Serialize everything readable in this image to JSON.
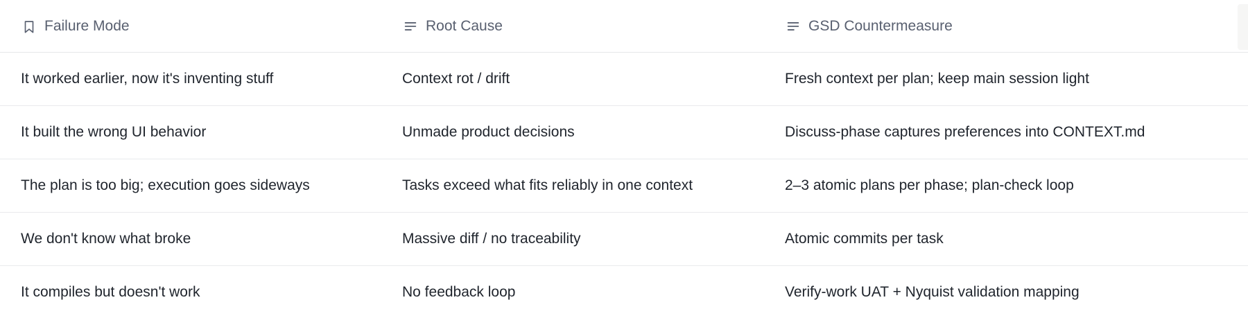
{
  "table": {
    "columns": [
      {
        "label": "Failure Mode",
        "icon": "bookmark-icon"
      },
      {
        "label": "Root Cause",
        "icon": "text-align-left-icon"
      },
      {
        "label": "GSD Countermeasure",
        "icon": "text-align-left-icon"
      }
    ],
    "rows": [
      [
        "It worked earlier, now it's inventing stuff",
        "Context rot / drift",
        "Fresh context per plan; keep main session light"
      ],
      [
        "It built the wrong UI behavior",
        "Unmade product decisions",
        "Discuss-phase captures preferences into CONTEXT.md"
      ],
      [
        "The plan is too big; execution goes sideways",
        "Tasks exceed what fits reliably in one context",
        "2–3 atomic plans per phase; plan-check loop"
      ],
      [
        "We don't know what broke",
        "Massive diff / no traceability",
        "Atomic commits per task"
      ],
      [
        "It compiles but doesn't work",
        "No feedback loop",
        "Verify-work UAT + Nyquist validation mapping"
      ]
    ],
    "colors": {
      "header_text": "#596070",
      "body_text": "#1f242c",
      "divider": "#e9eaec",
      "background": "#ffffff"
    }
  }
}
